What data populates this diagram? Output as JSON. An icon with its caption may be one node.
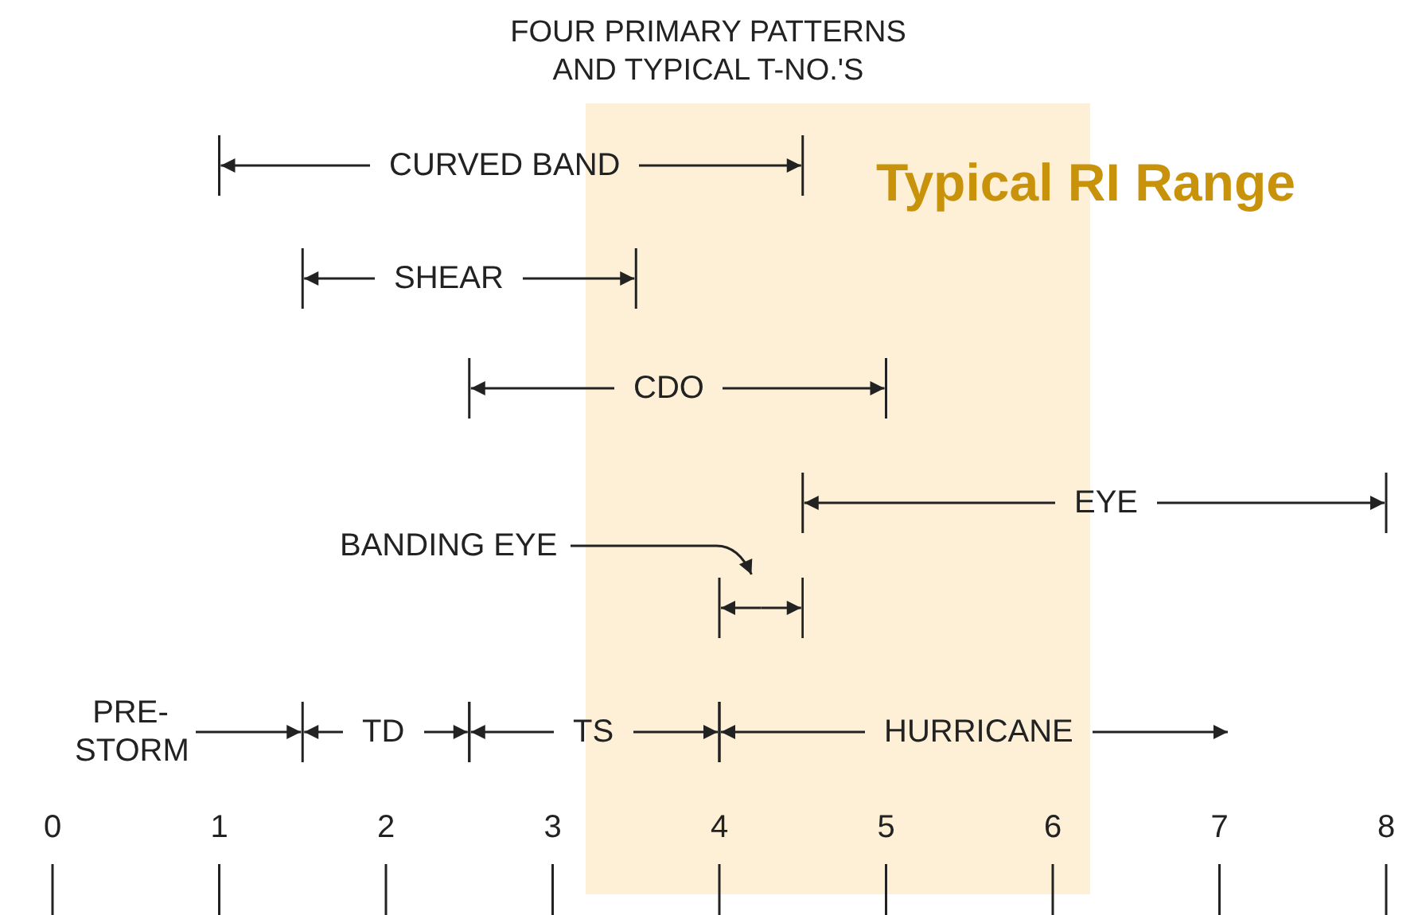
{
  "diagram": {
    "nodes": [
      {
        "text": [
          "BANDING EYE"
        ]
      },
      {
        "text": [],
        "shape": "bar"
      }
    ],
    "edges": [
      {
        "from": 0,
        "to": 1,
        "arrow": "to"
      }
    ],
    "labels": [
      "FOUR PRIMARY PATTERNS AND TYPICAL T-NO.'S",
      "Typical RI Range",
      "CURVED BAND",
      "SHEAR",
      "CDO",
      "EYE",
      "PRE-STORM",
      "TD",
      "TS",
      "HURRICANE",
      "0",
      "1",
      "2",
      "3",
      "4",
      "5",
      "6",
      "7",
      "8"
    ]
  }
}
